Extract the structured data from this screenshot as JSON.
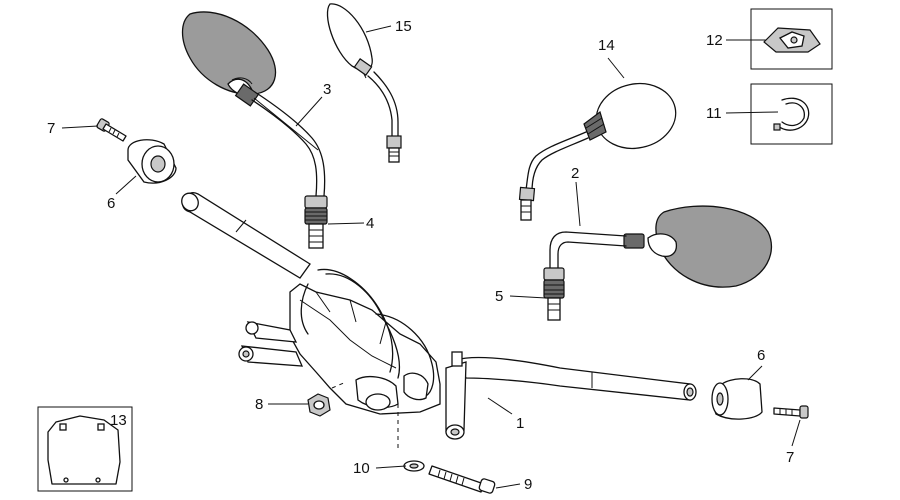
{
  "callouts": {
    "c1": "1",
    "c2": "2",
    "c3": "3",
    "c4": "4",
    "c5": "5",
    "c6_left": "6",
    "c6_right": "6",
    "c7_left": "7",
    "c7_right": "7",
    "c8": "8",
    "c9": "9",
    "c10": "10",
    "c11": "11",
    "c12": "12",
    "c13": "13",
    "c14": "14",
    "c15": "15"
  }
}
